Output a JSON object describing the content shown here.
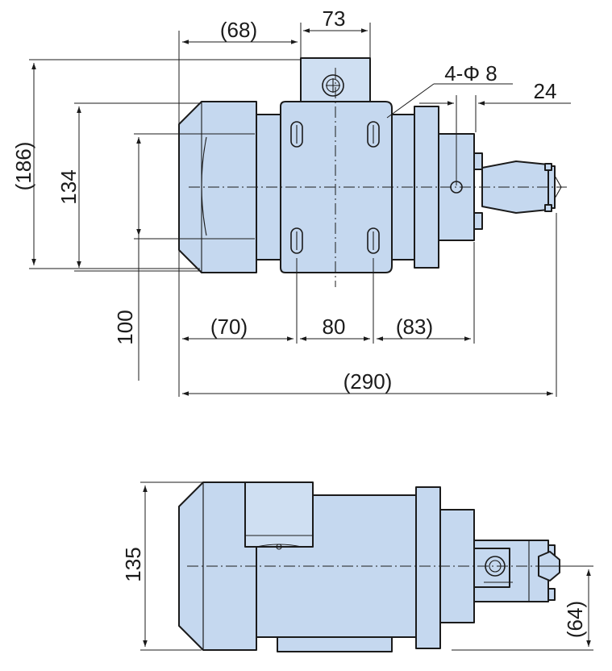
{
  "diagram": {
    "top_view": {
      "dim_68": "(68)",
      "dim_73": "73",
      "dim_4phi8": "4-Φ 8",
      "dim_24": "24",
      "dim_186": "(186)",
      "dim_134": "134",
      "dim_100": "100",
      "dim_70": "(70)",
      "dim_80": "80",
      "dim_83": "(83)",
      "dim_290": "(290)"
    },
    "side_view": {
      "dim_135": "135",
      "dim_64": "(64)"
    },
    "colors": {
      "body_fill": "#c5d8ef",
      "outline": "#1b1b1b"
    }
  }
}
